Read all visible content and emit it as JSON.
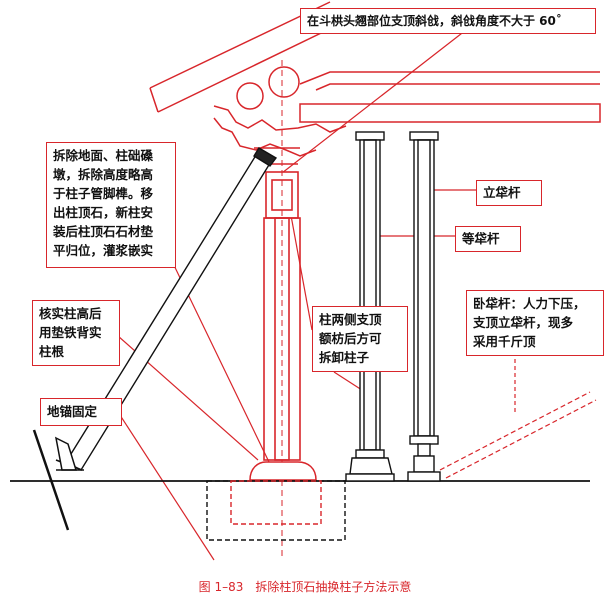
{
  "annotations": {
    "top_note": "在斗栱头翘部位支顶斜戗，斜戗角度不大于 60˚",
    "left_note": [
      "拆除地面、柱础磉",
      "墩，拆除高度略高",
      "于柱子管脚榫。移",
      "出柱顶石，新柱安",
      "装后柱顶石石材垫",
      "平归位，灌浆嵌实"
    ],
    "core_note": [
      "核实柱高后",
      "用垫铁背实",
      "柱根"
    ],
    "anchor_note": "地锚固定",
    "center_note": [
      "柱两侧支顶",
      "额枋后方可",
      "拆卸柱子"
    ],
    "vertical_post_note": "立牮杆",
    "equal_post_note": "等牮杆",
    "jack_note": [
      "卧牮杆：人力下压，",
      "支顶立牮杆，现多",
      "采用千斤顶"
    ]
  },
  "caption": "图 1–83　拆除柱顶石抽换柱子方法示意",
  "colors": {
    "accent": "#d8262b",
    "line": "#111111"
  }
}
